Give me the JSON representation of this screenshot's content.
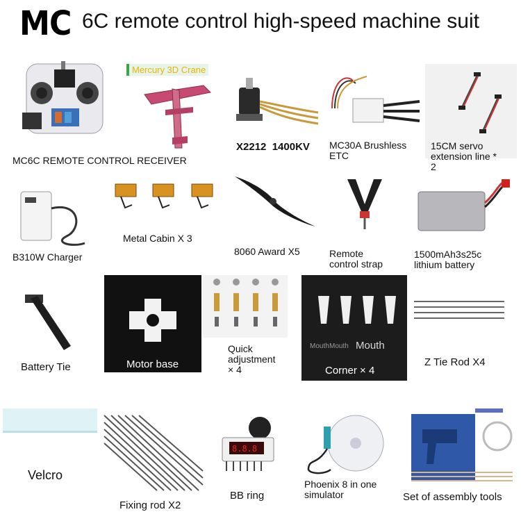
{
  "header": {
    "brand": "MC",
    "title": "6C remote control high-speed machine suit"
  },
  "items": {
    "remote": {
      "label": "MC6C REMOTE CONTROL RECEIVER"
    },
    "plane": {
      "label": "Mercury 3D Crane"
    },
    "motor": {
      "label": "X2212  1400KV"
    },
    "esc": {
      "label_line1": "MC30A Brushless",
      "label_line2": "ETC"
    },
    "servo_ext": {
      "label_line1": "15CM servo",
      "label_line2": "extension line *",
      "label_line3": "2"
    },
    "charger": {
      "label": "B310W Charger"
    },
    "servos": {
      "label": "Metal Cabin X 3"
    },
    "propeller": {
      "label": "8060 Award X5"
    },
    "strap": {
      "label_line1": "Remote",
      "label_line2": "control strap"
    },
    "battery": {
      "label_line1": "1500mAh3s25c",
      "label_line2": "lithium battery"
    },
    "battery_tie": {
      "label": "Battery Tie"
    },
    "motor_base": {
      "label": "Motor base"
    },
    "quick_adjust": {
      "label_line1": "Quick",
      "label_line2": "adjustment",
      "label_line3": "× 4"
    },
    "corner": {
      "label": "Corner × 4",
      "print1": "Mouth",
      "print2": "Mouth",
      "print3": "Mouth"
    },
    "tie_rod": {
      "label": "Z Tie Rod X4"
    },
    "velcro": {
      "label": "Velcro"
    },
    "fixing_rod": {
      "label": "Fixing rod X2"
    },
    "bb_ring": {
      "label": "BB ring"
    },
    "simulator": {
      "label_line1": "Phoenix 8 in one",
      "label_line2": "simulator"
    },
    "tools": {
      "label": "Set of assembly tools"
    }
  }
}
